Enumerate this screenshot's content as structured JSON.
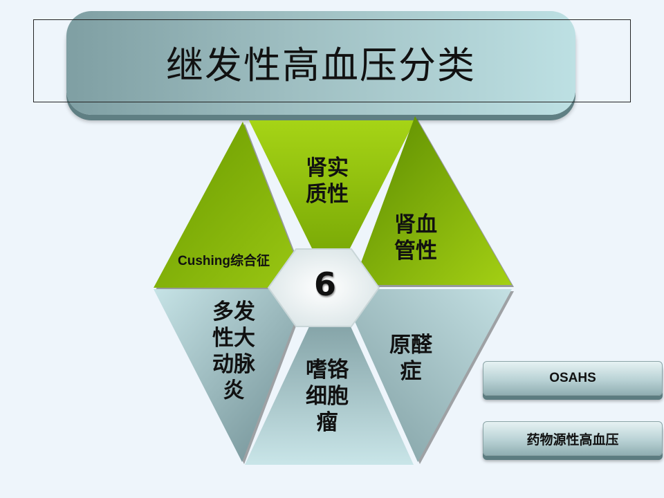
{
  "slide": {
    "title": "继发性高血压分类",
    "center_number": "6",
    "segments": {
      "renal_parenchymal": "肾实\n质性",
      "renovascular": "肾血\n管性",
      "cushing": "Cushing综合征",
      "aldosteronism": "原醛\n症",
      "pheochromocytoma": "嗜铬\n细胞\n瘤",
      "takayasu": "多发\n性大\n动脉\n炎"
    },
    "side_buttons": {
      "osahs": "OSAHS",
      "drug_induced": "药物源性高血压"
    }
  },
  "colors": {
    "green_dark": "#5e8e00",
    "green_light": "#9ccc12",
    "teal_dark": "#6f9095",
    "teal_light": "#c4e2e4"
  }
}
